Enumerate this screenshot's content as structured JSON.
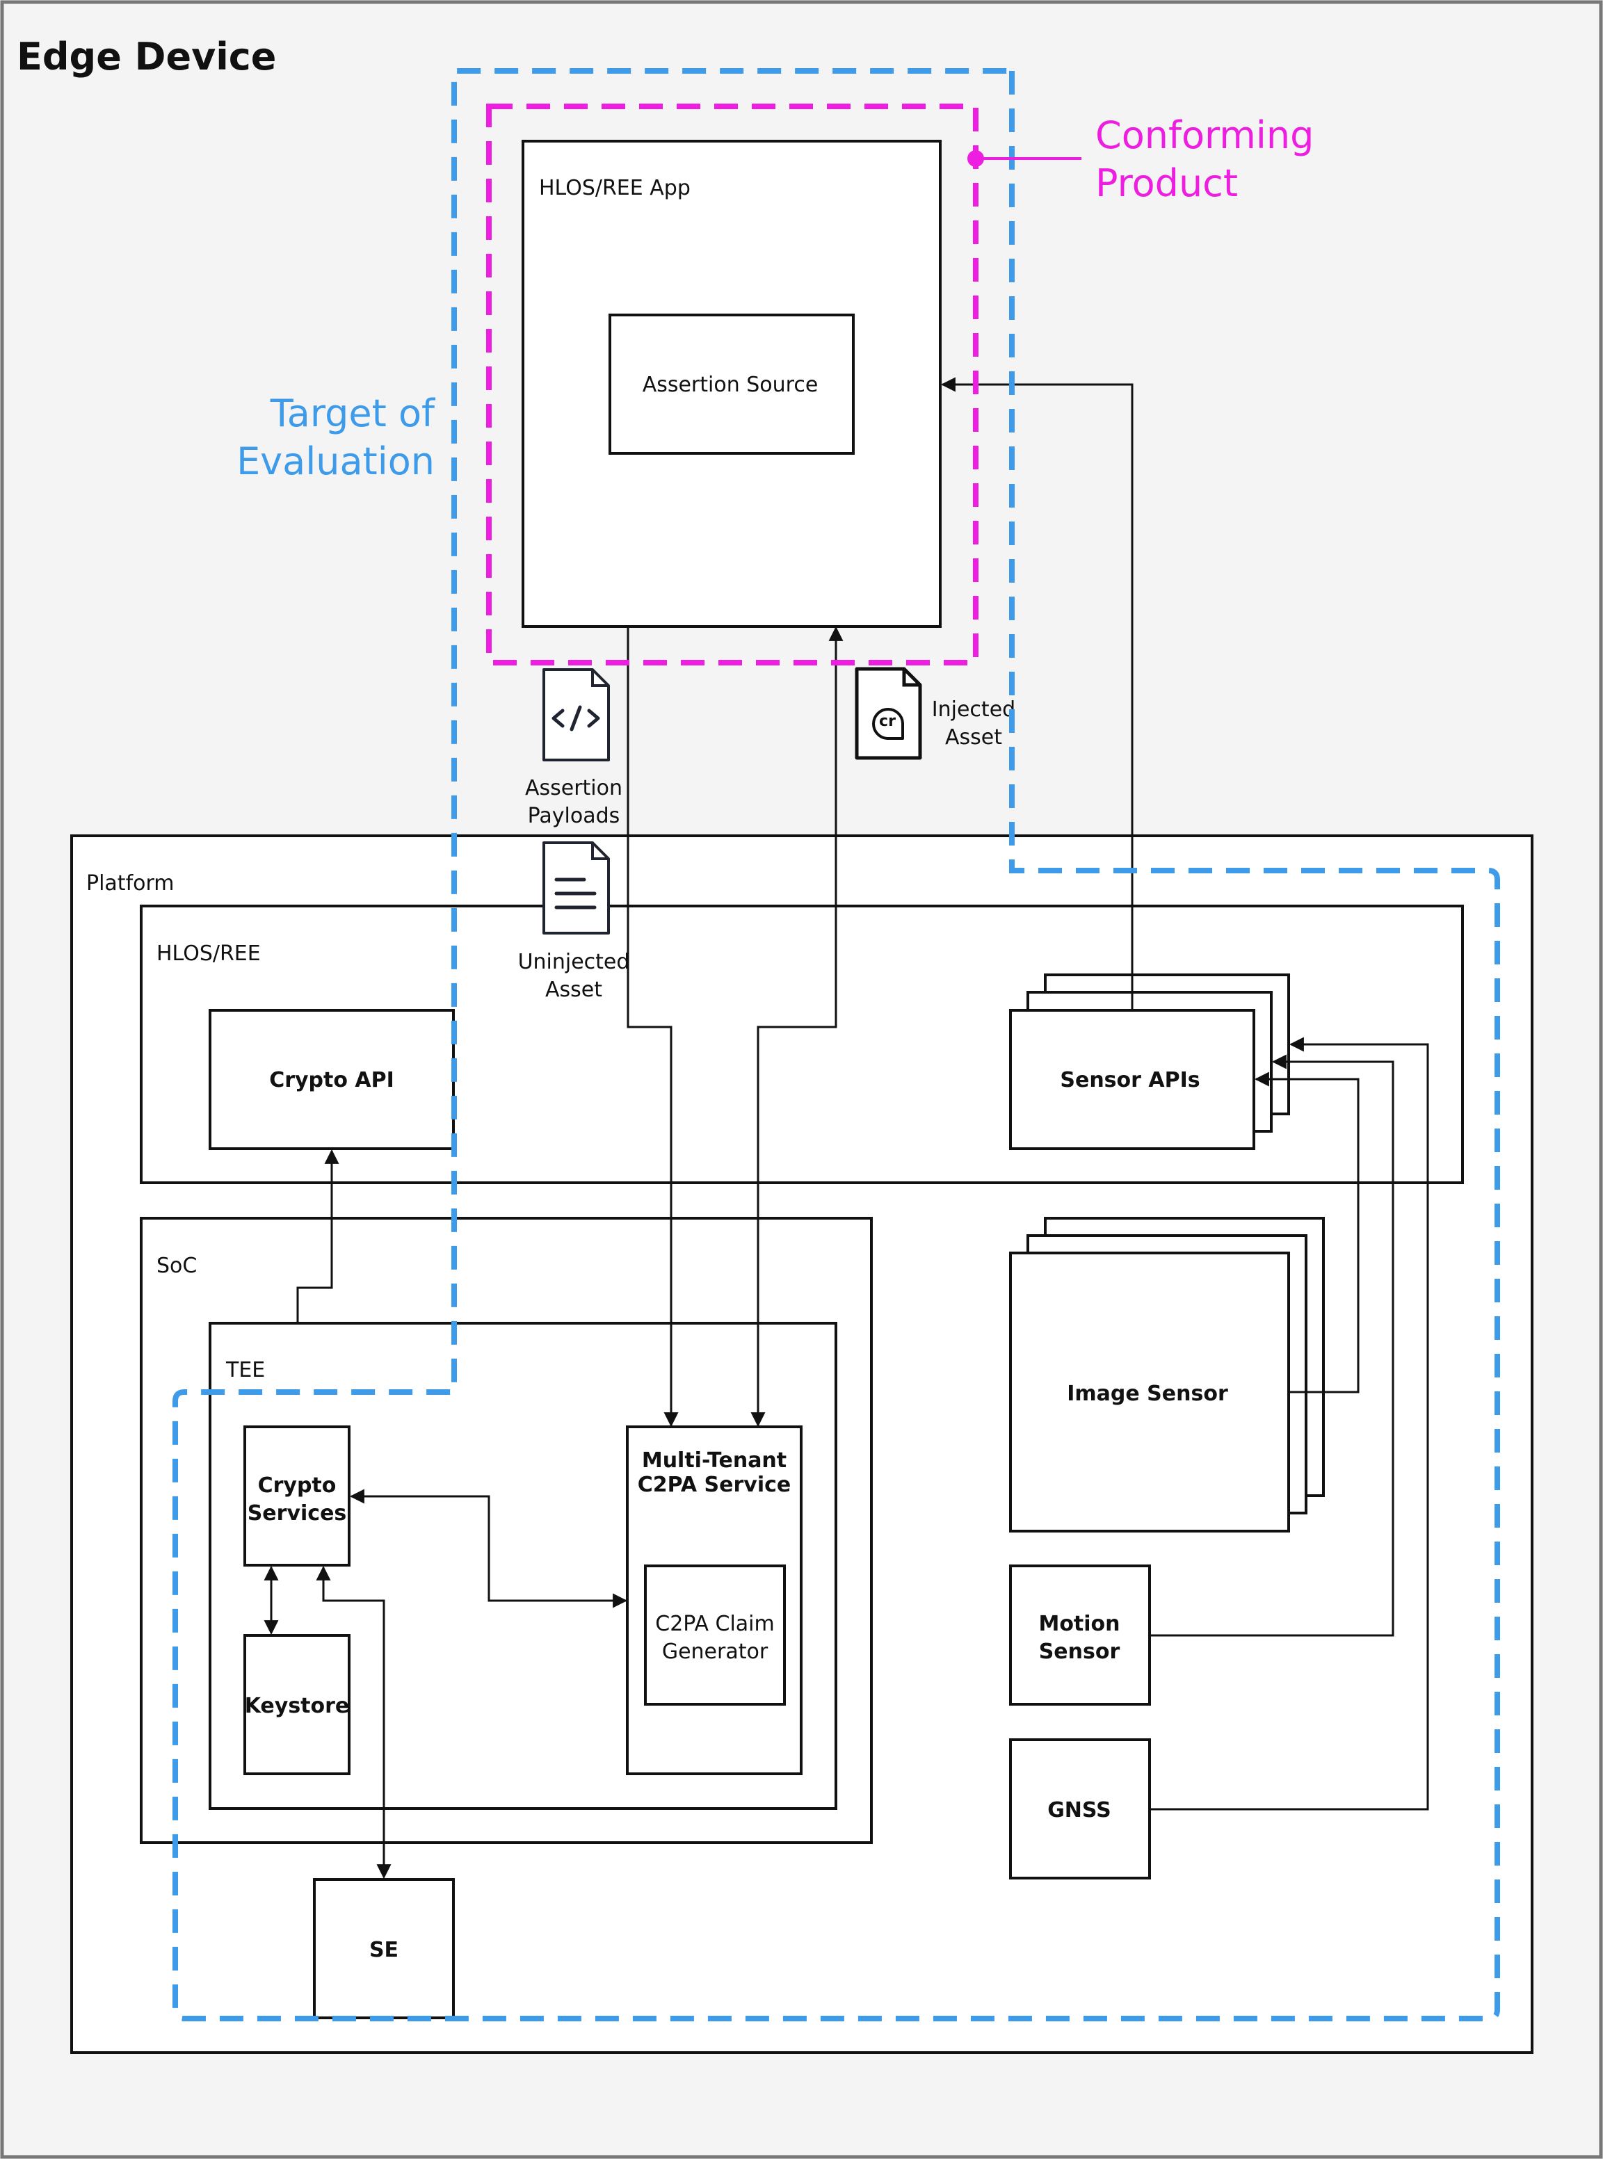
{
  "colors": {
    "background": "#f4f4f4",
    "frame": "#777777",
    "line": "#111111",
    "toe_blue": "#3d9be9",
    "product_magenta": "#ee1ee0"
  },
  "frame": {
    "title": "Edge Device"
  },
  "annotations": {
    "conforming_product": [
      "Conforming",
      "Product"
    ],
    "target_of_evaluation": [
      "Target of",
      "Evaluation"
    ]
  },
  "app": {
    "title": "HLOS/REE App",
    "assertion_source": "Assertion Source"
  },
  "artifacts": {
    "assertion_payloads": {
      "icon": "code-file-icon",
      "label": [
        "Assertion",
        "Payloads"
      ]
    },
    "uninjected_asset": {
      "icon": "text-file-icon",
      "label": [
        "Uninjected",
        "Asset"
      ]
    },
    "injected_asset": {
      "icon": "content-credentials-file-icon",
      "badge": "cr",
      "label": [
        "Injected",
        "Asset"
      ]
    }
  },
  "platform": {
    "title": "Platform",
    "hlos_ree": {
      "title": "HLOS/REE",
      "crypto_api": "Crypto API",
      "sensor_apis": "Sensor APIs"
    },
    "soc": {
      "title": "SoC",
      "tee": {
        "title": "TEE",
        "crypto_services": [
          "Crypto",
          "Services"
        ],
        "keystore": "Keystore",
        "c2pa_service": [
          "Multi-Tenant",
          "C2PA Service"
        ],
        "claim_generator": [
          "C2PA Claim",
          "Generator"
        ]
      }
    },
    "se": "SE",
    "image_sensor": "Image Sensor",
    "motion_sensor": [
      "Motion",
      "Sensor"
    ],
    "gnss": "GNSS"
  }
}
